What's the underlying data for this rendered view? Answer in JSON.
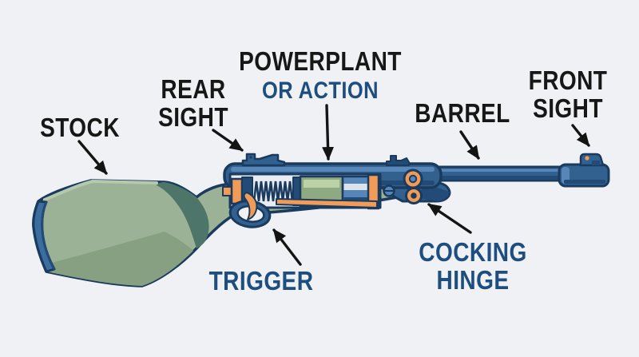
{
  "figure": {
    "type": "labeled-diagram"
  },
  "labels": {
    "stock": "STOCK",
    "rear_sight_line1": "REAR",
    "rear_sight_line2": "SIGHT",
    "powerplant_line1": "POWERPLANT",
    "powerplant_line2": "OR ACTION",
    "barrel": "BARREL",
    "front_sight_line1": "FRONT",
    "front_sight_line2": "SIGHT",
    "trigger": "TRIGGER",
    "cocking_hinge_line1": "COCKING",
    "cocking_hinge_line2": "HINGE"
  },
  "colors": {
    "background": "#eff1f5",
    "label_dark": "#171717",
    "label_blue": "#1d4e7e",
    "arrow": "#141414",
    "outline": "#1a3a5e",
    "metal": "#33618f",
    "metal_light": "#5687b8",
    "metal_dark": "#234b77",
    "steel_stripe": "#dbe4ed",
    "stock_green": "#9cb296",
    "stock_green_dark": "#4d7569",
    "stock_green_shadow": "#87a081",
    "stock_green_highlight": "#b6c8ae",
    "cylinder_green": "#8fa983",
    "cylinder_green_light": "#bad2a5",
    "accent_orange": "#f09b57",
    "buttplate_blue": "#3c6d9f",
    "spring_bg": "#e9edf3"
  }
}
